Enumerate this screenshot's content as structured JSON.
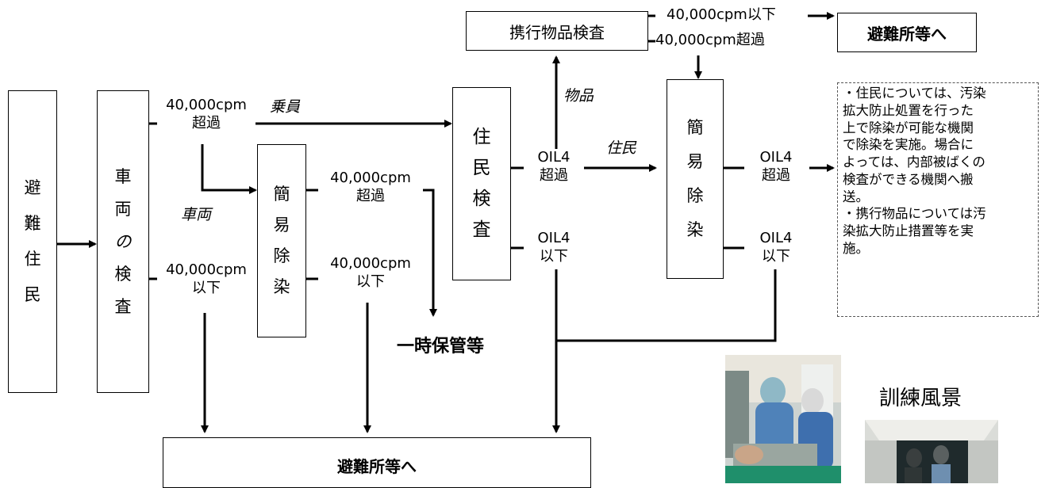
{
  "left": {
    "evacuee_chars": [
      "避",
      "難",
      "住",
      "民"
    ],
    "vehicle_check_chars": [
      "車",
      "両",
      "の",
      "検",
      "査"
    ]
  },
  "vehicle_results": {
    "over": [
      "40,000cpm",
      "超過"
    ],
    "under": [
      "40,000cpm",
      "以下"
    ]
  },
  "simple_decon_1": {
    "chars": [
      "簡",
      "易",
      "除",
      "染"
    ],
    "over": [
      "40,000cpm",
      "超過"
    ],
    "under": [
      "40,000cpm",
      "以下"
    ]
  },
  "temporary_storage": "一時保管等",
  "route_labels": {
    "passengers": "乗員",
    "vehicle": "車両",
    "items": "物品",
    "residents": "住民"
  },
  "resident_check": {
    "chars": [
      "住",
      "民",
      "検",
      "査"
    ],
    "over": [
      "OIL4",
      "超過"
    ],
    "under": [
      "OIL4",
      "以下"
    ]
  },
  "item_check": {
    "title": "携行物品検査",
    "under": "40,000cpm以下",
    "over": "40,000cpm超過"
  },
  "shelter_top": "避難所等へ",
  "simple_decon_2": {
    "chars": [
      "簡",
      "易",
      "除",
      "染"
    ],
    "over": [
      "OIL4",
      "超過"
    ],
    "under": [
      "OIL4",
      "以下"
    ]
  },
  "note_lines": [
    "・住民については、汚染",
    "拡大防止処置を行った",
    "上で除染が可能な機関",
    "で除染を実施。場合に",
    "よっては、内部被ばくの",
    "検査ができる機関へ搬",
    "送。",
    "・携行物品については汚",
    "染拡大防止措置等を実",
    "施。"
  ],
  "shelter_bottom": "避難所等へ",
  "caption": "訓練風景"
}
